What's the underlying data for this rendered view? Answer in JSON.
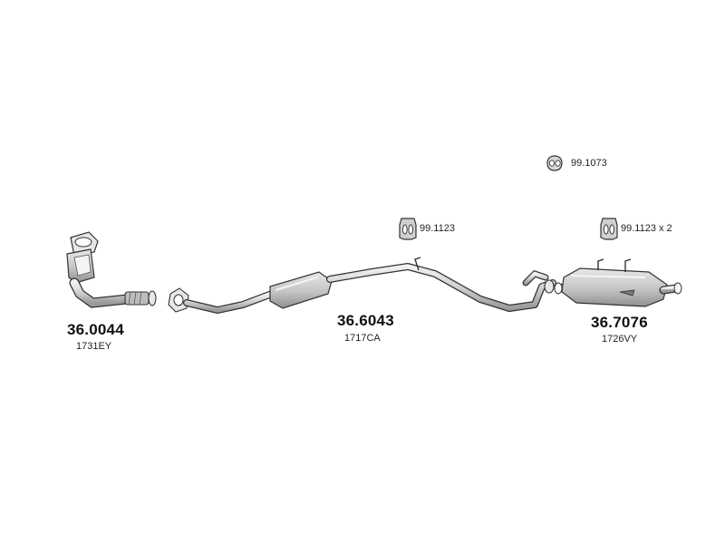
{
  "parts": [
    {
      "part_number": "36.0044",
      "oe_code": "1731EY",
      "component": "catalytic converter with front pipe"
    },
    {
      "part_number": "36.6043",
      "oe_code": "1717CA",
      "component": "middle pipe with silencer"
    },
    {
      "part_number": "36.7076",
      "oe_code": "1726VY",
      "component": "rear silencer"
    }
  ],
  "accessories": [
    {
      "label": "99.1073",
      "icon": "exhaust-ring-mount-icon"
    },
    {
      "label": "99.1123",
      "icon": "exhaust-hanger-icon"
    },
    {
      "label": "99.1123 x 2",
      "icon": "exhaust-hanger-icon"
    }
  ],
  "colors": {
    "line": "#333333",
    "fill": "#d6d6d6",
    "shade": "#a9a9a9",
    "text": "#111111"
  }
}
